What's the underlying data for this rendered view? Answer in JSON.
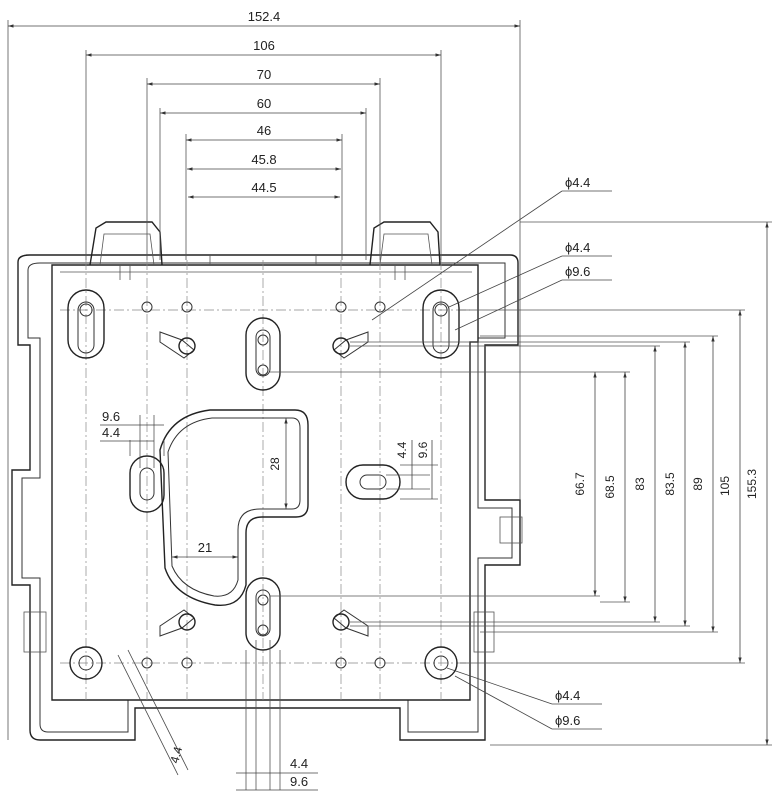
{
  "horizontal_dimensions": [
    "152.4",
    "106",
    "70",
    "60",
    "46",
    "45.8",
    "44.5"
  ],
  "vertical_dimensions": [
    "66.7",
    "68.5",
    "83",
    "83.5",
    "89",
    "105",
    "155.3"
  ],
  "hole_callouts": {
    "top_right_a": "ϕ4.4",
    "top_right_b": "ϕ4.4",
    "top_right_c": "ϕ9.6",
    "bottom_right_a": "ϕ4.4",
    "bottom_right_b": "ϕ9.6"
  },
  "slot_left": {
    "width": "9.6",
    "hole": "4.4"
  },
  "slot_right": {
    "hole": "4.4",
    "width": "9.6"
  },
  "cutout": {
    "height": "28",
    "width": "21"
  },
  "bottom_slot": {
    "hole": "4.4",
    "width": "9.6"
  },
  "diagonal_note": "4.4"
}
